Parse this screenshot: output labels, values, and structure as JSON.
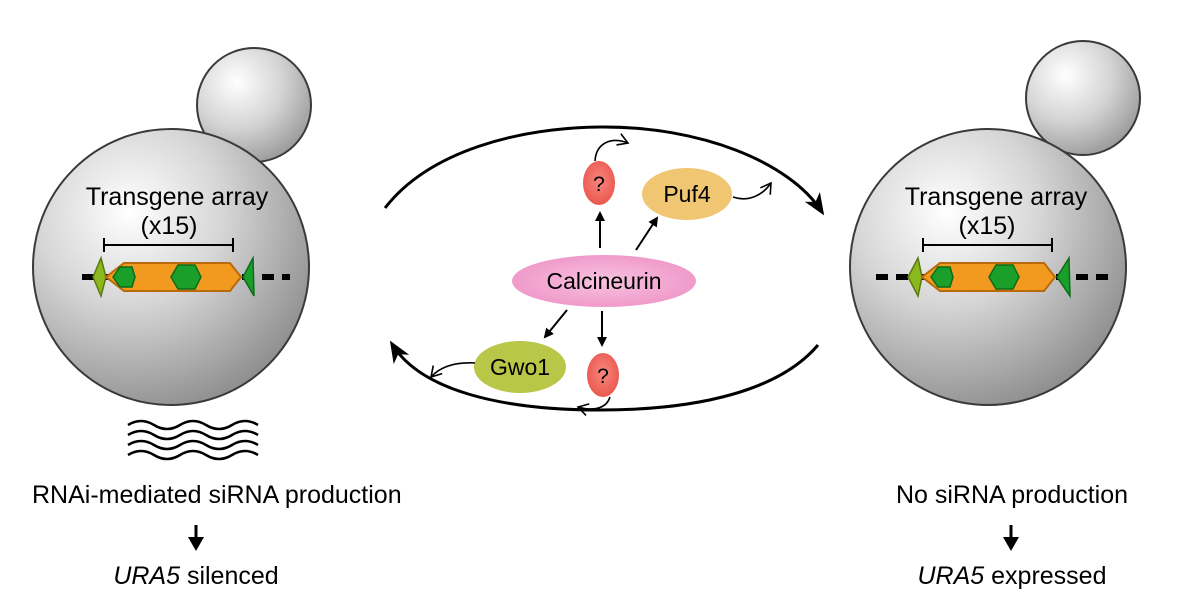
{
  "left_cell": {
    "array_title": "Transgene array",
    "copy_number": "(x15)",
    "caption": "RNAi-mediated siRNA production",
    "result_gene": "URA5",
    "result_text": " silenced"
  },
  "right_cell": {
    "array_title": "Transgene array",
    "copy_number": "(x15)",
    "caption": "No siRNA production",
    "result_gene": "URA5",
    "result_text": " expressed"
  },
  "center": {
    "hub": "Calcineurin",
    "upper_factor": "Puf4",
    "lower_factor": "Gwo1",
    "unknown_upper": "?",
    "unknown_lower": "?"
  },
  "colors": {
    "cell_fill": "#c4c4c4",
    "cell_stroke": "#3a3a3a",
    "transgene_body": "#f29a1f",
    "marker_green": "#1aa02a",
    "terminal_olive": "#8bb81f",
    "calcineurin": "#f4a9d2",
    "puf4": "#f0c673",
    "gwo1": "#b9c648",
    "unknown": "#f2675d"
  }
}
